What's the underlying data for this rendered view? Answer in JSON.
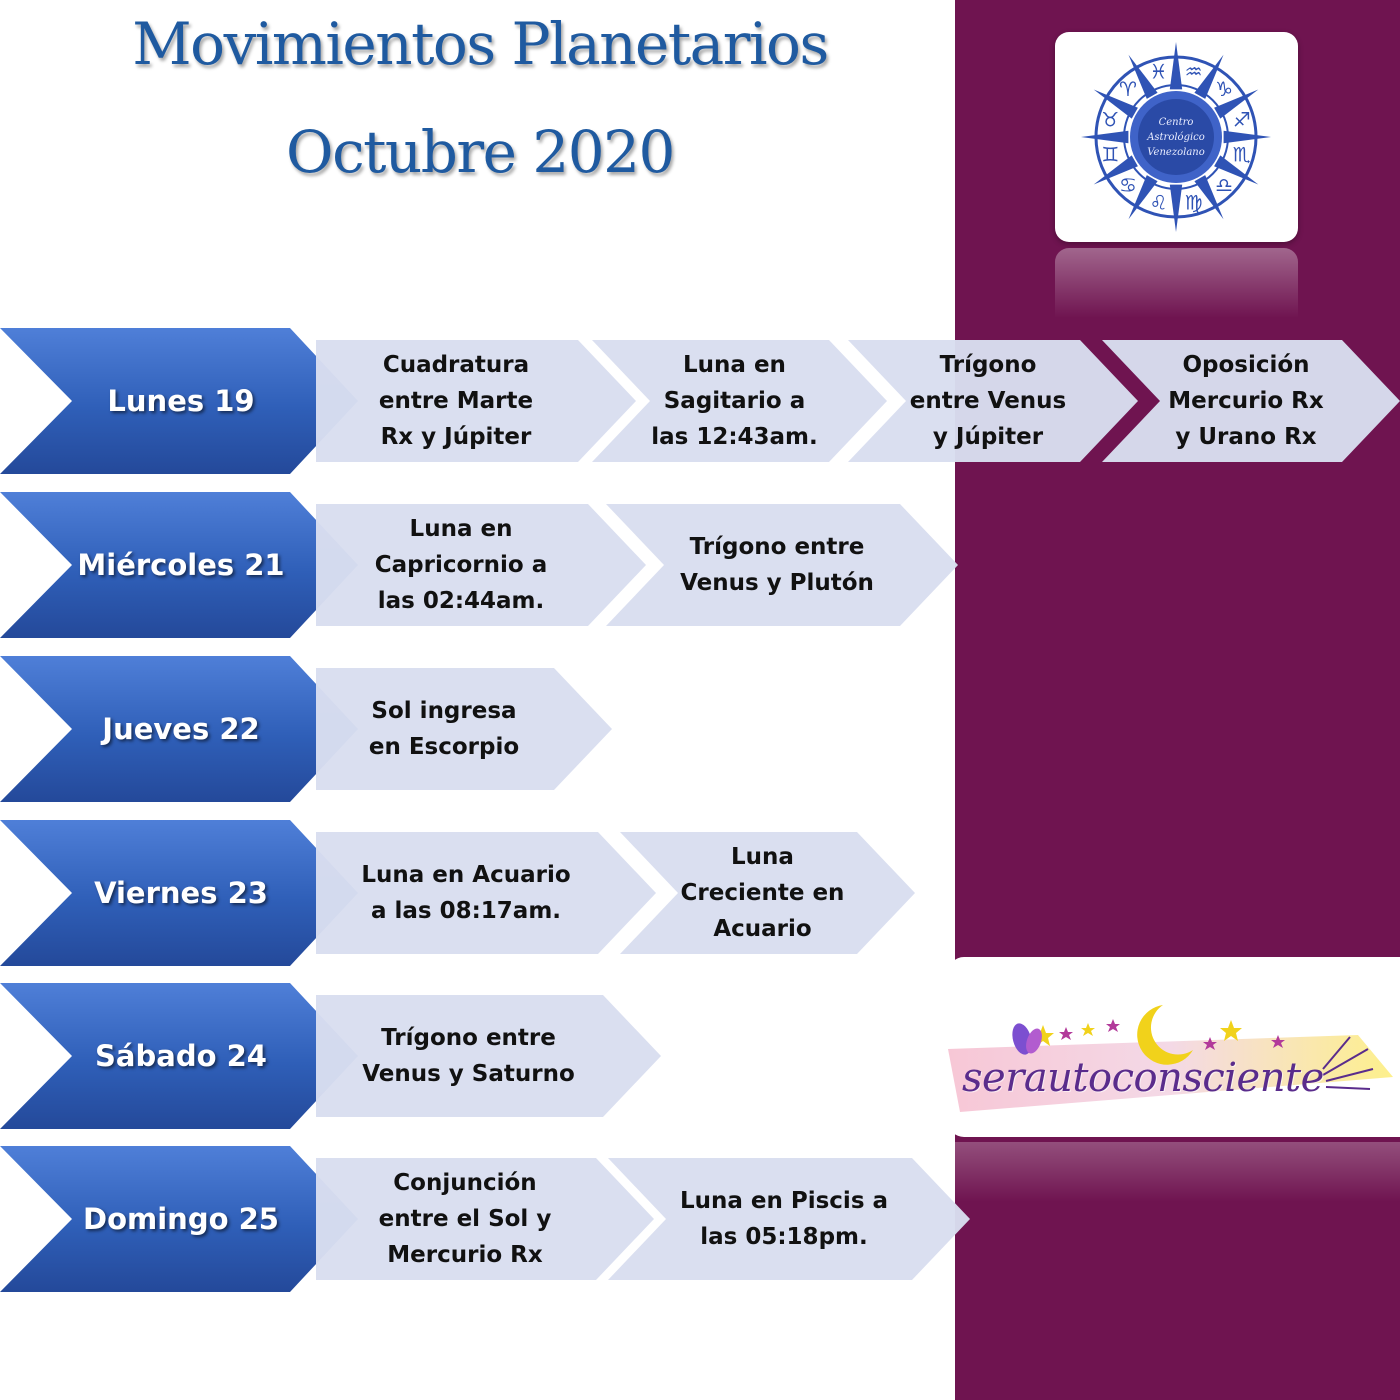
{
  "header": {
    "title_line1": "Movimientos Planetarios",
    "title_line2": "Octubre 2020"
  },
  "colors": {
    "panel": "#6f1450",
    "title": "#1f5aa0",
    "day_chevron": "#2f5fb8",
    "event_chevron": "#d9deef"
  },
  "logo": {
    "icon": "zodiac-wheel-logo",
    "text_lines": [
      "Centro",
      "Astrológico",
      "Venezolano"
    ],
    "signs": [
      "♒",
      "♑",
      "♐",
      "♏",
      "♎",
      "♍",
      "♌",
      "♋",
      "♊",
      "♉",
      "♈",
      "♓"
    ]
  },
  "schedule": [
    {
      "day": "Lunes 19",
      "events": [
        "Cuadratura\nentre Marte\nRx y Júpiter",
        "Luna en\nSagitario a\nlas 12:43am.",
        "Trígono\nentre Venus\ny Júpiter",
        "Oposición\nMercurio Rx\ny Urano Rx"
      ]
    },
    {
      "day": "Miércoles 21",
      "events": [
        "Luna en\nCapricornio a\nlas 02:44am.",
        "Trígono entre\nVenus y Plutón"
      ]
    },
    {
      "day": "Jueves 22",
      "events": [
        "Sol ingresa\nen Escorpio"
      ]
    },
    {
      "day": "Viernes 23",
      "events": [
        "Luna en Acuario\na las 08:17am.",
        "Luna\nCreciente en\nAcuario"
      ]
    },
    {
      "day": "Sábado 24",
      "events": [
        "Trígono entre\nVenus y Saturno"
      ]
    },
    {
      "day": "Domingo 25",
      "events": [
        "Conjunción\nentre el Sol y\nMercurio Rx",
        "Luna en Piscis a\nlas 05:18pm."
      ]
    }
  ],
  "brand": {
    "text": "serautoconsciente",
    "icon": "butterfly-moon-stars-icon"
  }
}
